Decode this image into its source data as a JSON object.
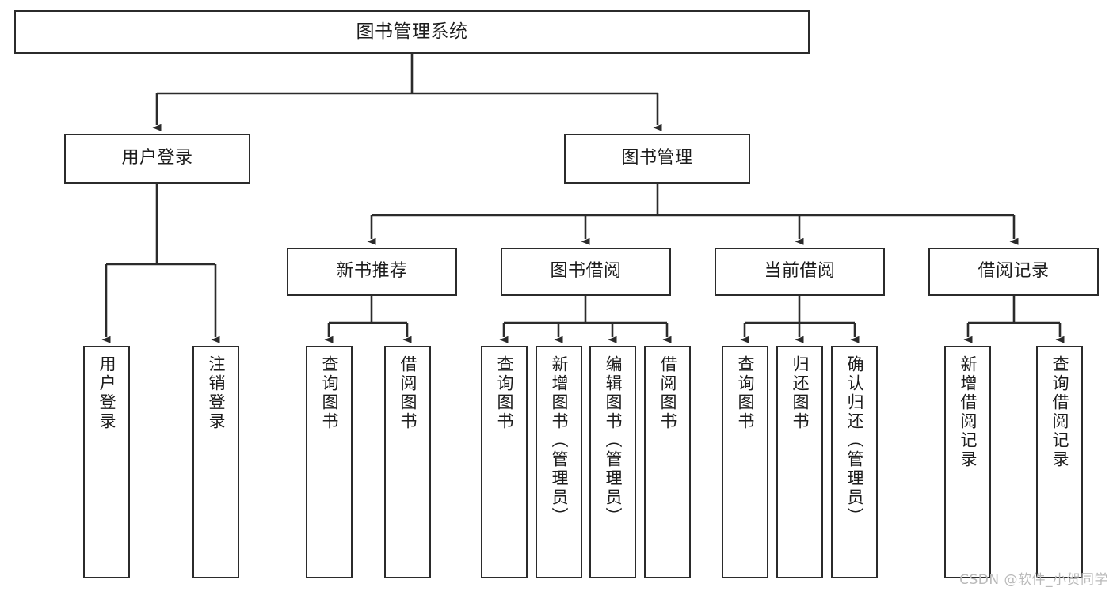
{
  "diagram": {
    "title": "图书管理系统",
    "type": "tree-hierarchy",
    "watermark": "CSDN @软件_小贺同学",
    "colors": {
      "stroke": "#2b2b2b",
      "fill": "#ffffff",
      "text": "#1c1c1c",
      "watermark": "#b9b9b9"
    },
    "nodes": {
      "root": {
        "label": "图书管理系统"
      },
      "level2": [
        {
          "id": "user-login",
          "label": "用户登录"
        },
        {
          "id": "book-manage",
          "label": "图书管理"
        }
      ],
      "level3": [
        {
          "id": "new-book-recommend",
          "label": "新书推荐"
        },
        {
          "id": "book-borrow",
          "label": "图书借阅"
        },
        {
          "id": "current-borrow",
          "label": "当前借阅"
        },
        {
          "id": "borrow-record",
          "label": "借阅记录"
        }
      ],
      "leaves": {
        "user-login": [
          {
            "id": "leaf-user-login",
            "label": "用户登录"
          },
          {
            "id": "leaf-logout",
            "label": "注销登录"
          }
        ],
        "new-book-recommend": [
          {
            "id": "leaf-query-book-1",
            "label": "查询图书"
          },
          {
            "id": "leaf-borrow-book-1",
            "label": "借阅图书"
          }
        ],
        "book-borrow": [
          {
            "id": "leaf-query-book-2",
            "label": "查询图书"
          },
          {
            "id": "leaf-add-book",
            "label": "新增图书（管理员）"
          },
          {
            "id": "leaf-edit-book",
            "label": "编辑图书（管理员）"
          },
          {
            "id": "leaf-borrow-book-2",
            "label": "借阅图书"
          }
        ],
        "current-borrow": [
          {
            "id": "leaf-query-book-3",
            "label": "查询图书"
          },
          {
            "id": "leaf-return-book",
            "label": "归还图书"
          },
          {
            "id": "leaf-confirm-return",
            "label": "确认归还（管理员）"
          }
        ],
        "borrow-record": [
          {
            "id": "leaf-add-record",
            "label": "新增借阅记录"
          },
          {
            "id": "leaf-query-record",
            "label": "查询借阅记录"
          }
        ]
      }
    }
  }
}
